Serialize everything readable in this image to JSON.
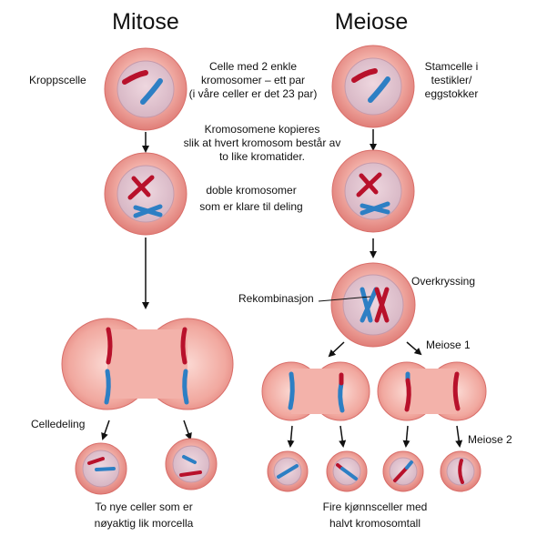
{
  "titles": {
    "mitosis": "Mitose",
    "meiosis": "Meiose"
  },
  "mitosis": {
    "body_cell": "Kroppscelle",
    "cell_desc": [
      "Celle med 2 enkle",
      "kromosomer – ett par",
      "(i våre celler er det 23 par)"
    ],
    "copy_desc": [
      "Kromosomene kopieres",
      "slik at hvert kromosom består av",
      "to like kromatider."
    ],
    "double_desc": [
      "doble kromosomer",
      "som er klare til deling"
    ],
    "cell_division": "Celledeling",
    "result": [
      "To nye celler som er",
      "nøyaktig lik morcella"
    ]
  },
  "meiosis": {
    "stem_cell": [
      "Stamcelle i",
      "testikler/",
      "eggstokker"
    ],
    "crossing_over": "Overkryssing",
    "recombination": "Rekombinasjon",
    "meiosis1": "Meiose 1",
    "meiosis2": "Meiose 2",
    "result": [
      "Fire kjønnsceller med",
      "halvt kromosomtall"
    ]
  },
  "colors": {
    "cell_outer": "#e98a84",
    "cell_inner": "#f6c7c0",
    "nucleus": "#e7c9d3",
    "chromosome_red": "#b8112b",
    "chromosome_blue": "#2d7fc4"
  }
}
